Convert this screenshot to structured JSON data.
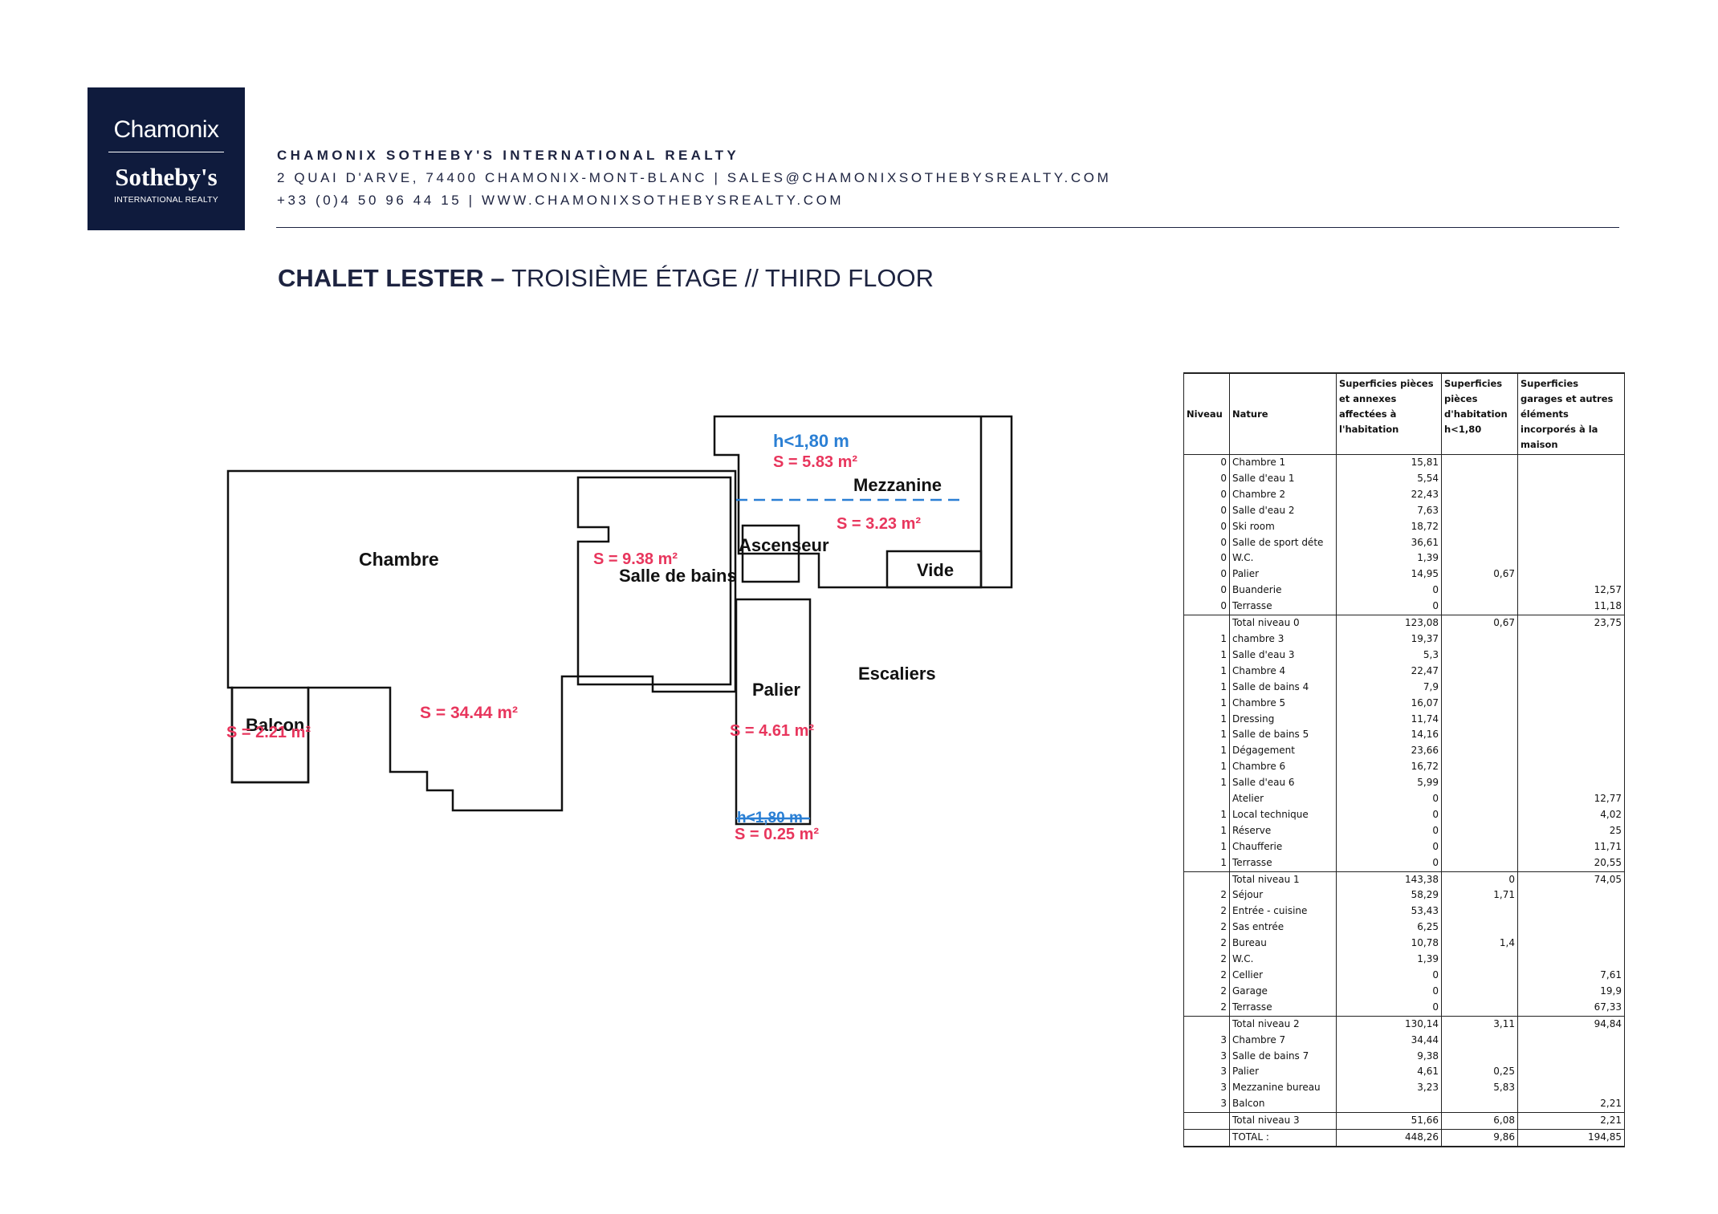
{
  "logo": {
    "line1": "Chamonix",
    "line2": "Sotheby's",
    "line3": "INTERNATIONAL REALTY"
  },
  "agency": {
    "name": "CHAMONIX SOTHEBY'S INTERNATIONAL REALTY",
    "address_line": "2 QUAI D'ARVE, 74400 CHAMONIX-MONT-BLANC  |  SALES@CHAMONIXSOTHEBYSREALTY.COM",
    "phone_line": "+33 (0)4 50 96 44 15  |  WWW.CHAMONIXSOTHEBYSREALTY.COM"
  },
  "title": {
    "bold": "CHALET LESTER – ",
    "rest": "TROISIÈME ÉTAGE // THIRD FLOOR"
  },
  "plan": {
    "rooms": {
      "chambre": "Chambre",
      "chambre_area": "S = 34.44 m²",
      "balcon": "Balcon",
      "balcon_area": "S = 2.21 m²",
      "salle_de_bains": "Salle de bains",
      "sdb_area": "S = 9.38 m²",
      "ascenseur": "Ascenseur",
      "palier": "Palier",
      "palier_area": "S = 4.61 m²",
      "palier_low_h": "h<1,80 m",
      "palier_low_area": "S = 0.25 m²",
      "mezz_h": "h<1,80 m",
      "mezz_low_area": "S = 5.83 m²",
      "mezzanine": "Mezzanine",
      "mezz_area": "S = 3.23 m²",
      "vide": "Vide",
      "escaliers": "Escaliers"
    }
  },
  "table": {
    "headers": [
      "Niveau",
      "Nature",
      "Superficies pièces et annexes affectées à l'habitation",
      "Superficies pièces d'habitation h<1,80",
      "Superficies garages et autres éléments incorporés à la maison"
    ],
    "rows": [
      {
        "niveau": "0",
        "nature": "Chambre 1",
        "a": "15,81",
        "b": "",
        "c": ""
      },
      {
        "niveau": "0",
        "nature": "Salle d'eau 1",
        "a": "5,54",
        "b": "",
        "c": ""
      },
      {
        "niveau": "0",
        "nature": "Chambre 2",
        "a": "22,43",
        "b": "",
        "c": ""
      },
      {
        "niveau": "0",
        "nature": "Salle d'eau 2",
        "a": "7,63",
        "b": "",
        "c": ""
      },
      {
        "niveau": "0",
        "nature": "Ski room",
        "a": "18,72",
        "b": "",
        "c": ""
      },
      {
        "niveau": "0",
        "nature": "Salle de sport déte",
        "a": "36,61",
        "b": "",
        "c": ""
      },
      {
        "niveau": "0",
        "nature": "W.C.",
        "a": "1,39",
        "b": "",
        "c": ""
      },
      {
        "niveau": "0",
        "nature": "Palier",
        "a": "14,95",
        "b": "0,67",
        "c": ""
      },
      {
        "niveau": "0",
        "nature": "Buanderie",
        "a": "0",
        "b": "",
        "c": "12,57"
      },
      {
        "niveau": "0",
        "nature": "Terrasse",
        "a": "0",
        "b": "",
        "c": "11,18"
      },
      {
        "niveau": "",
        "nature": "Total niveau 0",
        "a": "123,08",
        "b": "0,67",
        "c": "23,75",
        "total": true
      },
      {
        "niveau": "1",
        "nature": "chambre 3",
        "a": "19,37",
        "b": "",
        "c": ""
      },
      {
        "niveau": "1",
        "nature": "Salle d'eau 3",
        "a": "5,3",
        "b": "",
        "c": ""
      },
      {
        "niveau": "1",
        "nature": "Chambre 4",
        "a": "22,47",
        "b": "",
        "c": ""
      },
      {
        "niveau": "1",
        "nature": "Salle de bains 4",
        "a": "7,9",
        "b": "",
        "c": ""
      },
      {
        "niveau": "1",
        "nature": "Chambre 5",
        "a": "16,07",
        "b": "",
        "c": ""
      },
      {
        "niveau": "1",
        "nature": "Dressing",
        "a": "11,74",
        "b": "",
        "c": ""
      },
      {
        "niveau": "1",
        "nature": "Salle de bains 5",
        "a": "14,16",
        "b": "",
        "c": ""
      },
      {
        "niveau": "1",
        "nature": "Dégagement",
        "a": "23,66",
        "b": "",
        "c": ""
      },
      {
        "niveau": "1",
        "nature": "Chambre 6",
        "a": "16,72",
        "b": "",
        "c": ""
      },
      {
        "niveau": "1",
        "nature": "Salle d'eau 6",
        "a": "5,99",
        "b": "",
        "c": ""
      },
      {
        "niveau": "",
        "nature": "Atelier",
        "a": "0",
        "b": "",
        "c": "12,77"
      },
      {
        "niveau": "1",
        "nature": "Local technique",
        "a": "0",
        "b": "",
        "c": "4,02"
      },
      {
        "niveau": "1",
        "nature": "Réserve",
        "a": "0",
        "b": "",
        "c": "25"
      },
      {
        "niveau": "1",
        "nature": "Chaufferie",
        "a": "0",
        "b": "",
        "c": "11,71"
      },
      {
        "niveau": "1",
        "nature": "Terrasse",
        "a": "0",
        "b": "",
        "c": "20,55"
      },
      {
        "niveau": "",
        "nature": "Total niveau 1",
        "a": "143,38",
        "b": "0",
        "c": "74,05",
        "total": true
      },
      {
        "niveau": "2",
        "nature": "Séjour",
        "a": "58,29",
        "b": "1,71",
        "c": ""
      },
      {
        "niveau": "2",
        "nature": "Entrée - cuisine",
        "a": "53,43",
        "b": "",
        "c": ""
      },
      {
        "niveau": "2",
        "nature": "Sas entrée",
        "a": "6,25",
        "b": "",
        "c": ""
      },
      {
        "niveau": "2",
        "nature": "Bureau",
        "a": "10,78",
        "b": "1,4",
        "c": ""
      },
      {
        "niveau": "2",
        "nature": "W.C.",
        "a": "1,39",
        "b": "",
        "c": ""
      },
      {
        "niveau": "2",
        "nature": "Cellier",
        "a": "0",
        "b": "",
        "c": "7,61"
      },
      {
        "niveau": "2",
        "nature": "Garage",
        "a": "0",
        "b": "",
        "c": "19,9"
      },
      {
        "niveau": "2",
        "nature": "Terrasse",
        "a": "0",
        "b": "",
        "c": "67,33"
      },
      {
        "niveau": "",
        "nature": "Total niveau 2",
        "a": "130,14",
        "b": "3,11",
        "c": "94,84",
        "total": true
      },
      {
        "niveau": "3",
        "nature": "Chambre 7",
        "a": "34,44",
        "b": "",
        "c": ""
      },
      {
        "niveau": "3",
        "nature": "Salle de bains 7",
        "a": "9,38",
        "b": "",
        "c": ""
      },
      {
        "niveau": "3",
        "nature": "Palier",
        "a": "4,61",
        "b": "0,25",
        "c": ""
      },
      {
        "niveau": "3",
        "nature": "Mezzanine bureau",
        "a": "3,23",
        "b": "5,83",
        "c": ""
      },
      {
        "niveau": "3",
        "nature": "Balcon",
        "a": "",
        "b": "",
        "c": "2,21"
      },
      {
        "niveau": "",
        "nature": "Total niveau 3",
        "a": "51,66",
        "b": "6,08",
        "c": "2,21",
        "total": true
      },
      {
        "niveau": "",
        "nature": "TOTAL :",
        "a": "448,26",
        "b": "9,86",
        "c": "194,85",
        "total": true,
        "last": true
      }
    ]
  },
  "colors": {
    "navy": "#0f1b3d",
    "area_red": "#e8365d",
    "height_blue": "#2a7fd4"
  }
}
